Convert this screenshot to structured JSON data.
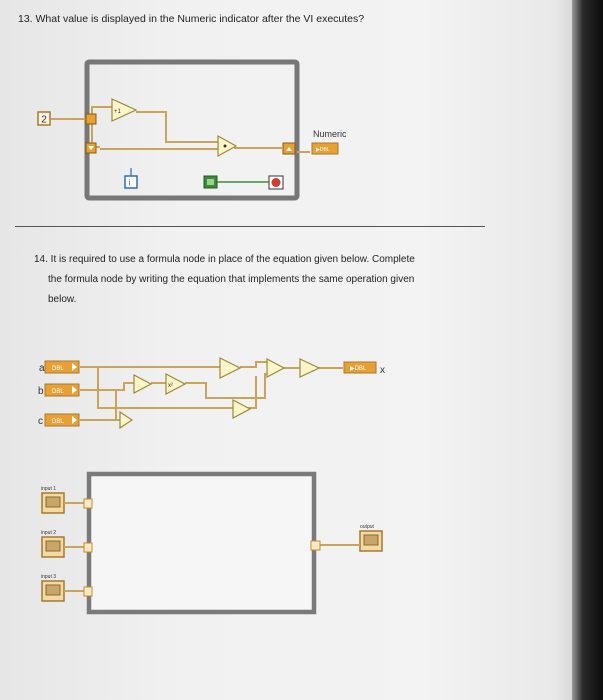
{
  "q13": {
    "question": "13. What value is displayed in the Numeric indicator after the VI executes?",
    "constant": "2",
    "indicator_label": "Numeric",
    "increment_symbol": "+1"
  },
  "q14": {
    "line1": "14. It is required to use a formula node in place of the equation given below. Complete",
    "line2": "the formula node by writing the equation that implements the same operation given",
    "line3": "below.",
    "controls": [
      "a",
      "b",
      "c"
    ],
    "terminal_text": "DBL",
    "output_label": "x",
    "formula_inputs": [
      "input 1",
      "input 2",
      "input 3"
    ],
    "formula_output": "output"
  },
  "colors": {
    "numeric_wire": "#c9a55a",
    "frame": "#777777",
    "terminal": "#e8a034",
    "loop_stop": "#d23c2c",
    "iteration": "#2e6fb2"
  }
}
